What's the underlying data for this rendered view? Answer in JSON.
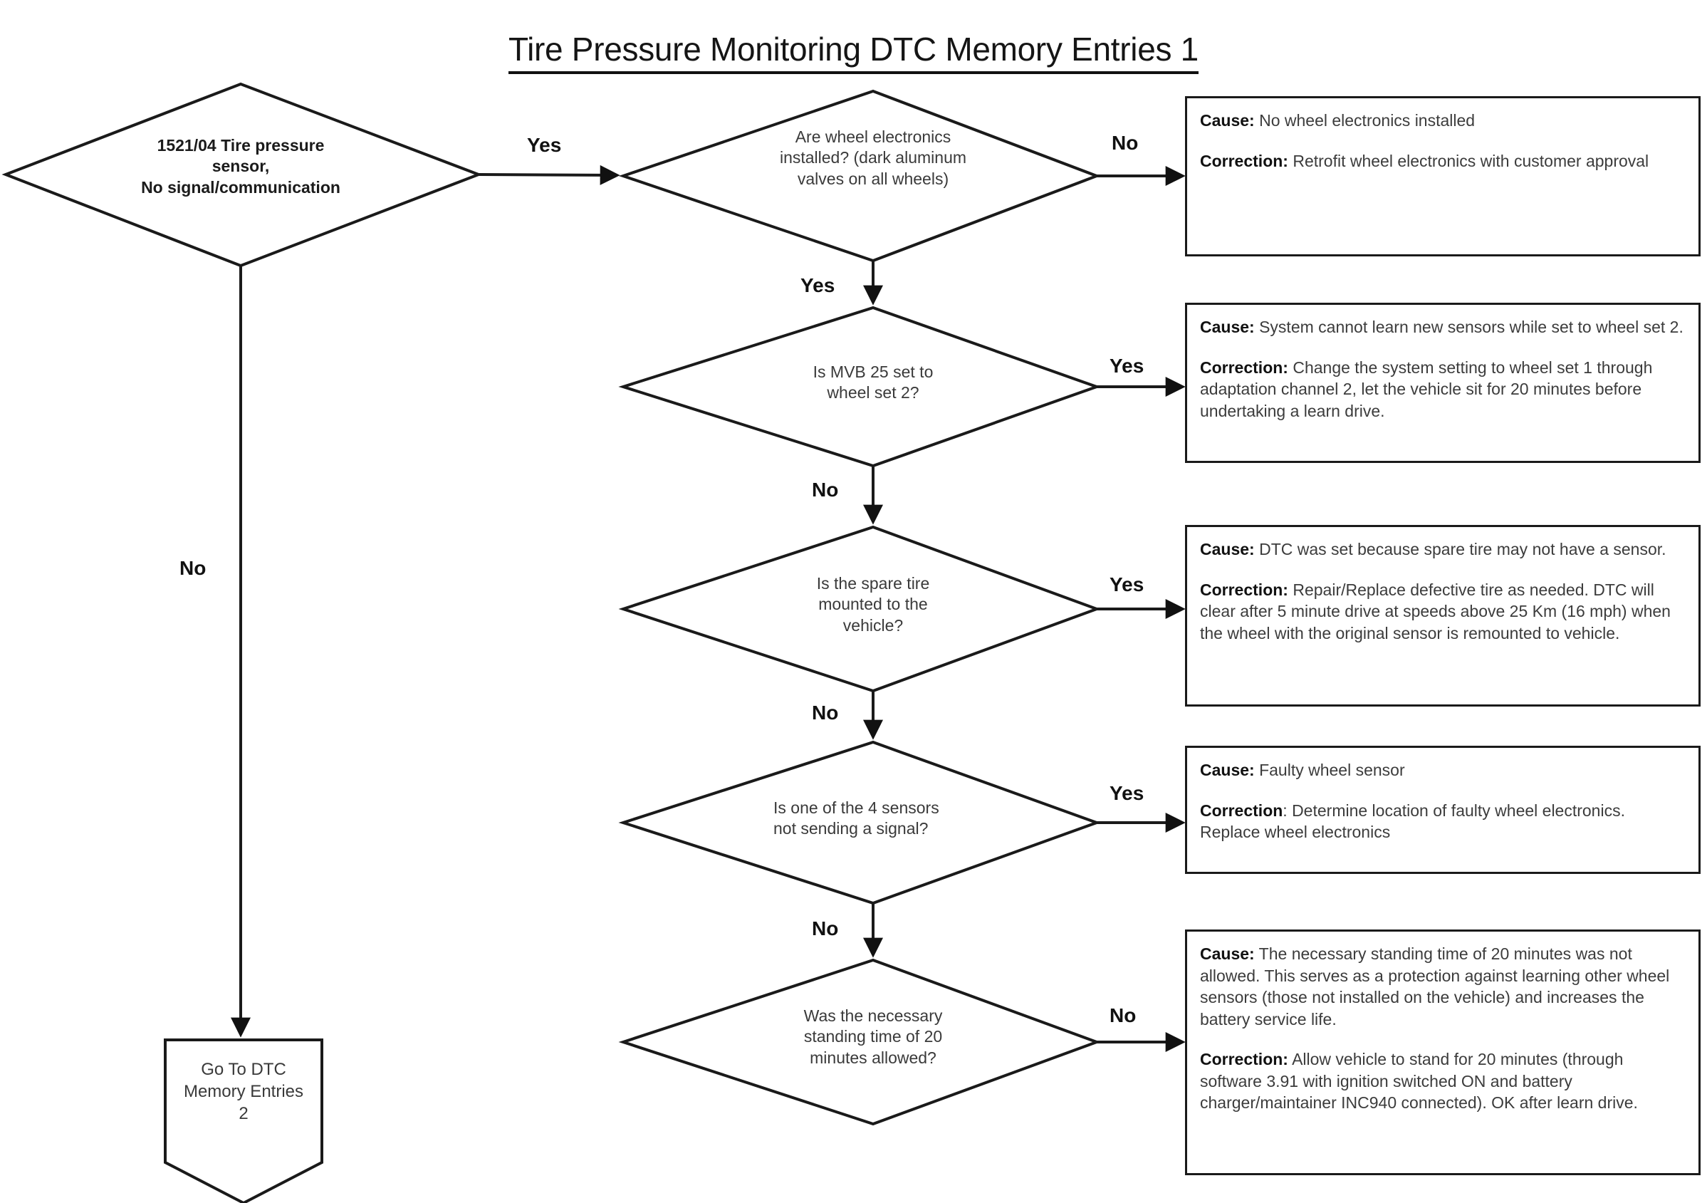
{
  "title": "Tire Pressure Monitoring DTC Memory Entries 1",
  "chart_data": {
    "type": "diagram",
    "diagram_kind": "flowchart",
    "title": "Tire Pressure Monitoring DTC Memory Entries 1",
    "nodes": [
      {
        "id": "start",
        "shape": "diamond",
        "text": "1521/04 Tire pressure\nsensor,\nNo signal/communication"
      },
      {
        "id": "q1",
        "shape": "diamond",
        "text": "Are wheel electronics\ninstalled? (dark aluminum\nvalves on all wheels)"
      },
      {
        "id": "q2",
        "shape": "diamond",
        "text": "Is MVB 25 set to\nwheel set 2?"
      },
      {
        "id": "q3",
        "shape": "diamond",
        "text": "Is the spare tire\nmounted to the\nvehicle?"
      },
      {
        "id": "q4",
        "shape": "diamond",
        "text": "Is one of the 4 sensors\nnot sending a signal?"
      },
      {
        "id": "q5",
        "shape": "diamond",
        "text": "Was the necessary\nstanding time of 20\nminutes allowed?"
      },
      {
        "id": "terminal",
        "shape": "pentagon",
        "text": "Go To DTC\nMemory Entries\n2"
      },
      {
        "id": "box1",
        "shape": "rect",
        "text": "Cause: No wheel electronics installed / Correction: Retrofit wheel electronics with customer approval"
      },
      {
        "id": "box2",
        "shape": "rect",
        "text": "Cause: System cannot learn new sensors while set to wheel set 2."
      },
      {
        "id": "box3",
        "shape": "rect",
        "text": "Cause: DTC was set because spare tire may not have a sensor."
      },
      {
        "id": "box4",
        "shape": "rect",
        "text": "Cause: Faulty wheel sensor"
      },
      {
        "id": "box5",
        "shape": "rect",
        "text": "Cause: The necessary standing time of 20 minutes was not allowed."
      }
    ],
    "edges": [
      {
        "from": "start",
        "to": "q1",
        "label": "Yes"
      },
      {
        "from": "start",
        "to": "terminal",
        "label": "No"
      },
      {
        "from": "q1",
        "to": "box1",
        "label": "No"
      },
      {
        "from": "q1",
        "to": "q2",
        "label": "Yes"
      },
      {
        "from": "q2",
        "to": "box2",
        "label": "Yes"
      },
      {
        "from": "q2",
        "to": "q3",
        "label": "No"
      },
      {
        "from": "q3",
        "to": "box3",
        "label": "Yes"
      },
      {
        "from": "q3",
        "to": "q4",
        "label": "No"
      },
      {
        "from": "q4",
        "to": "box4",
        "label": "Yes"
      },
      {
        "from": "q4",
        "to": "q5",
        "label": "No"
      },
      {
        "from": "q5",
        "to": "box5",
        "label": "No"
      }
    ]
  },
  "nodes": {
    "start": {
      "line1": "1521/04 Tire pressure",
      "line2": "sensor,",
      "line3": "No signal/communication"
    },
    "q1": {
      "line1": "Are wheel electronics",
      "line2": "installed? (dark aluminum",
      "line3": "valves on all wheels)"
    },
    "q2": {
      "line1": "Is MVB 25 set to",
      "line2": "wheel set 2?"
    },
    "q3": {
      "line1": "Is the spare tire",
      "line2": "mounted to the",
      "line3": "vehicle?"
    },
    "q4": {
      "line1": "Is one of the 4 sensors",
      "line2": "not sending a signal?"
    },
    "q5": {
      "line1": "Was the necessary",
      "line2": "standing time of 20",
      "line3": "minutes allowed?"
    },
    "terminal": {
      "line1": "Go To DTC",
      "line2": "Memory Entries",
      "line3": "2"
    }
  },
  "edge_labels": {
    "start_yes": "Yes",
    "start_no": "No",
    "q1_no": "No",
    "q1_yes": "Yes",
    "q2_yes": "Yes",
    "q2_no": "No",
    "q3_yes": "Yes",
    "q3_no": "No",
    "q4_yes": "Yes",
    "q4_no": "No",
    "q5_no": "No"
  },
  "boxes": {
    "box1": {
      "cause_label": "Cause:",
      "cause_text": " No wheel electronics installed",
      "correction_label": "Correction:",
      "correction_text": " Retrofit wheel electronics with customer approval"
    },
    "box2": {
      "cause_label": "Cause:",
      "cause_text": " System cannot learn new sensors while set to wheel set 2.",
      "correction_label": "Correction:",
      "correction_text": " Change the system setting to wheel set 1 through adaptation channel 2, let the vehicle sit for 20 minutes before undertaking a learn drive."
    },
    "box3": {
      "cause_label": "Cause:",
      "cause_text": " DTC was set because spare tire may not have a sensor.",
      "correction_label": "Correction:",
      "correction_text": " Repair/Replace defective tire as needed. DTC will clear after 5 minute drive at speeds above 25 Km (16 mph) when the wheel with the original sensor is remounted to vehicle."
    },
    "box4": {
      "cause_label": "Cause:",
      "cause_text": " Faulty wheel sensor",
      "correction_label": "Correction",
      "correction_text": ": Determine location of faulty wheel electronics. Replace wheel electronics"
    },
    "box5": {
      "cause_label": "Cause:",
      "cause_text": " The necessary standing time of 20 minutes was not allowed. This serves as a protection against learning other wheel sensors (those not installed on the vehicle) and increases the battery service life.",
      "correction_label": "Correction:",
      "correction_text": " Allow vehicle to stand for 20 minutes (through software 3.91 with ignition switched ON and battery charger/maintainer INC940 connected). OK after learn drive."
    }
  },
  "colors": {
    "stroke": "#1a1a1a",
    "text": "#3a3a3a",
    "title": "#151515",
    "background": "#ffffff"
  }
}
